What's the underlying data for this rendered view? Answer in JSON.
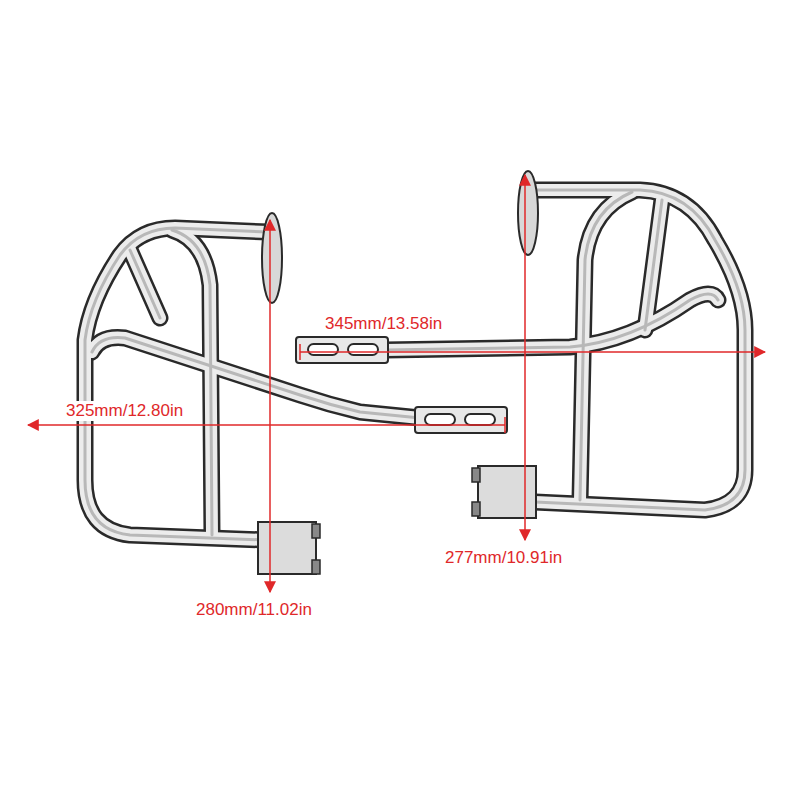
{
  "diagram": {
    "labels": [
      "345mm/13.58in",
      "325mm/12.80in",
      "277mm/10.91in",
      "280mm/11.02in"
    ]
  }
}
